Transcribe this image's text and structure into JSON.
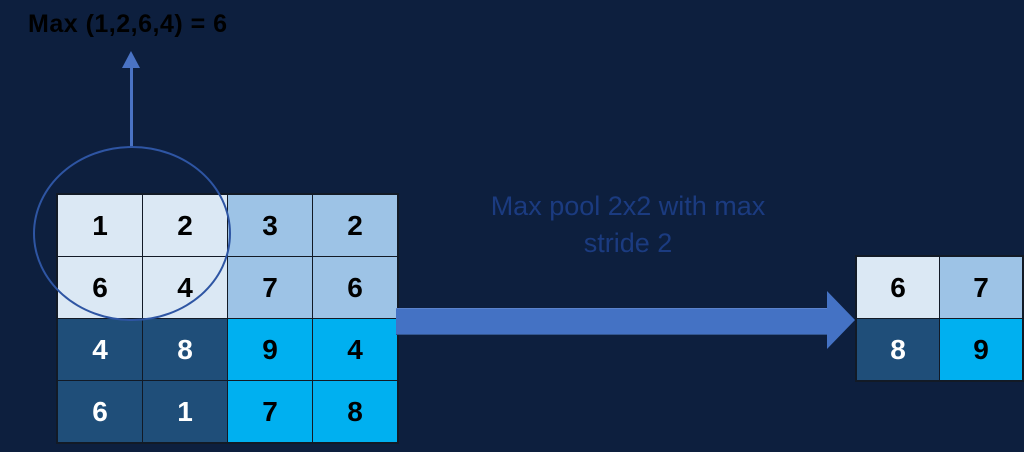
{
  "diagram": {
    "title": "Max (1,2,6,4) = 6",
    "operation_label": {
      "full": "Max pool 2x2 with max stride 2",
      "line1": "Max pool 2x2 with max",
      "line2": "stride 2"
    }
  },
  "colors": {
    "background": "#0d1f3e",
    "cell_light": "#dbe8f4",
    "cell_medium_blue": "#9dc3e6",
    "cell_dark_navy": "#1f4e79",
    "cell_cyan": "#00b0f0",
    "arrow": "#4472c4",
    "ellipse_stroke": "#2e55a3",
    "operation_label_text": "#1b3b80",
    "title_text": "#000000"
  },
  "input_grid": {
    "rows": 4,
    "cols": 4,
    "cells": [
      {
        "value": "1",
        "bg": "cell_light",
        "fg": "#000000"
      },
      {
        "value": "2",
        "bg": "cell_light",
        "fg": "#000000"
      },
      {
        "value": "3",
        "bg": "cell_medium_blue",
        "fg": "#000000"
      },
      {
        "value": "2",
        "bg": "cell_medium_blue",
        "fg": "#000000"
      },
      {
        "value": "6",
        "bg": "cell_light",
        "fg": "#000000"
      },
      {
        "value": "4",
        "bg": "cell_light",
        "fg": "#000000"
      },
      {
        "value": "7",
        "bg": "cell_medium_blue",
        "fg": "#000000"
      },
      {
        "value": "6",
        "bg": "cell_medium_blue",
        "fg": "#000000"
      },
      {
        "value": "4",
        "bg": "cell_dark_navy",
        "fg": "#ffffff"
      },
      {
        "value": "8",
        "bg": "cell_dark_navy",
        "fg": "#ffffff"
      },
      {
        "value": "9",
        "bg": "cell_cyan",
        "fg": "#000000"
      },
      {
        "value": "4",
        "bg": "cell_cyan",
        "fg": "#000000"
      },
      {
        "value": "6",
        "bg": "cell_dark_navy",
        "fg": "#ffffff"
      },
      {
        "value": "1",
        "bg": "cell_dark_navy",
        "fg": "#ffffff"
      },
      {
        "value": "7",
        "bg": "cell_cyan",
        "fg": "#000000"
      },
      {
        "value": "8",
        "bg": "cell_cyan",
        "fg": "#000000"
      }
    ]
  },
  "output_grid": {
    "rows": 2,
    "cols": 2,
    "cells": [
      {
        "value": "6",
        "bg": "cell_light",
        "fg": "#000000"
      },
      {
        "value": "7",
        "bg": "cell_medium_blue",
        "fg": "#000000"
      },
      {
        "value": "8",
        "bg": "cell_dark_navy",
        "fg": "#ffffff"
      },
      {
        "value": "9",
        "bg": "cell_cyan",
        "fg": "#000000"
      }
    ]
  }
}
